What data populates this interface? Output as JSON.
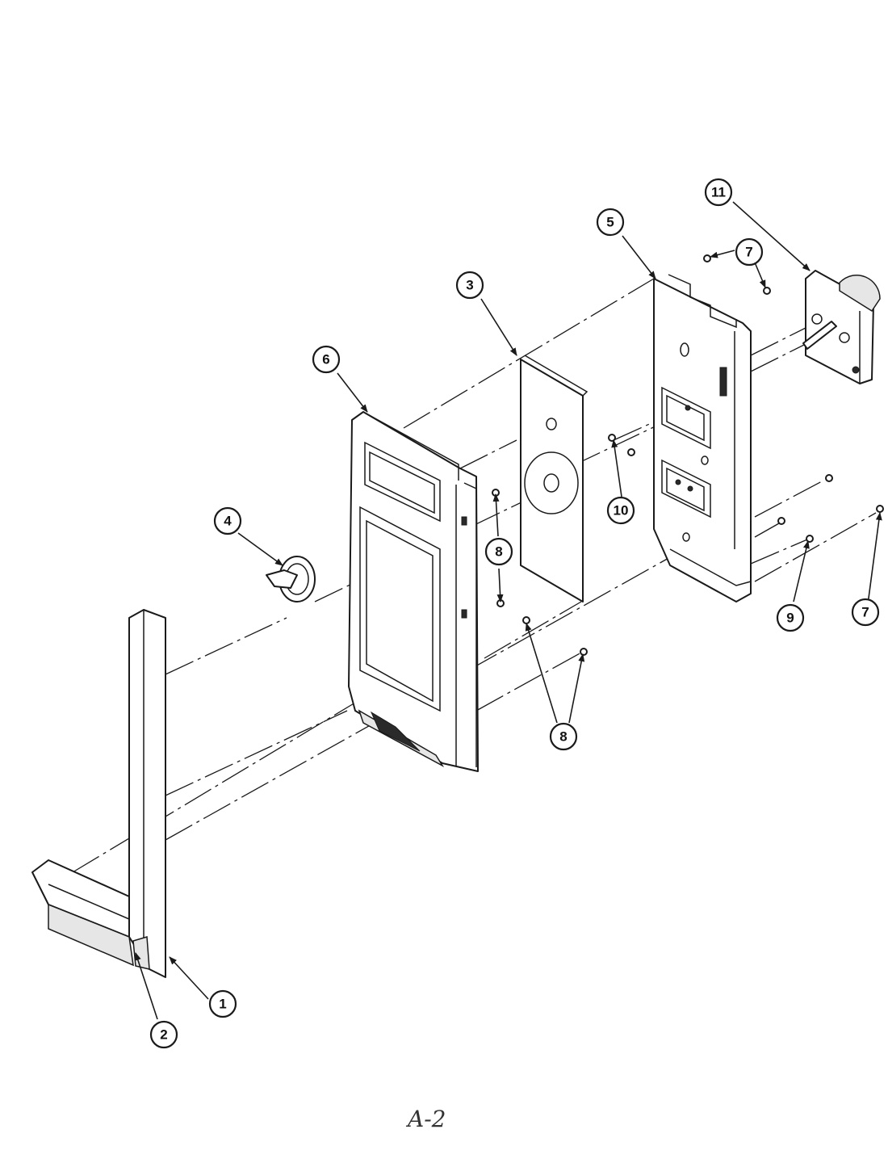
{
  "figure": {
    "page_label": "A-2",
    "callouts": {
      "c1": "1",
      "c2": "2",
      "c3": "3",
      "c4": "4",
      "c5": "5",
      "c6": "6",
      "c7a": "7",
      "c7b": "7",
      "c8a": "8",
      "c8b": "8",
      "c9": "9",
      "c10": "10",
      "c11": "11"
    }
  }
}
